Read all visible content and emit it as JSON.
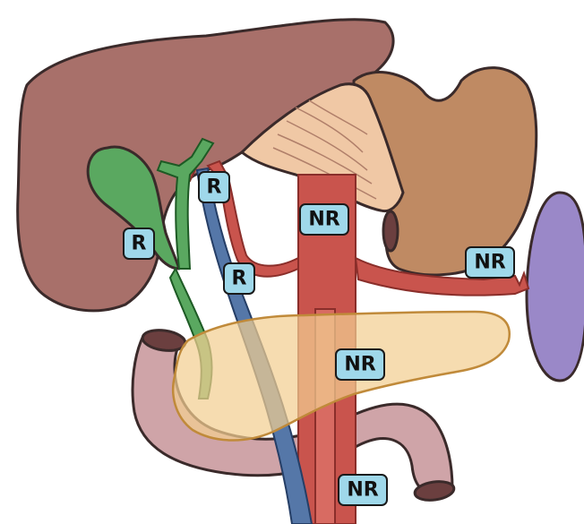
{
  "labels": {
    "gallbladder": "R",
    "cystic_duct_artery": "R",
    "right_hepatic_artery": "R",
    "celiac_trunk": "NR",
    "splenic_artery": "NR",
    "aorta_pancreas": "NR",
    "aorta_lower": "NR"
  },
  "colors": {
    "liver": "#a8706a",
    "stomach": "#bf8a63",
    "stomach_fold": "#f0c8a5",
    "spleen": "#9a88c8",
    "gallbladder": "#5aa860",
    "artery": "#c9544d",
    "portal_vein": "#5577a8",
    "pancreas": "#f2cf92",
    "duodenum": "#cfa4a8",
    "label_fill": "#9fd8ea"
  }
}
